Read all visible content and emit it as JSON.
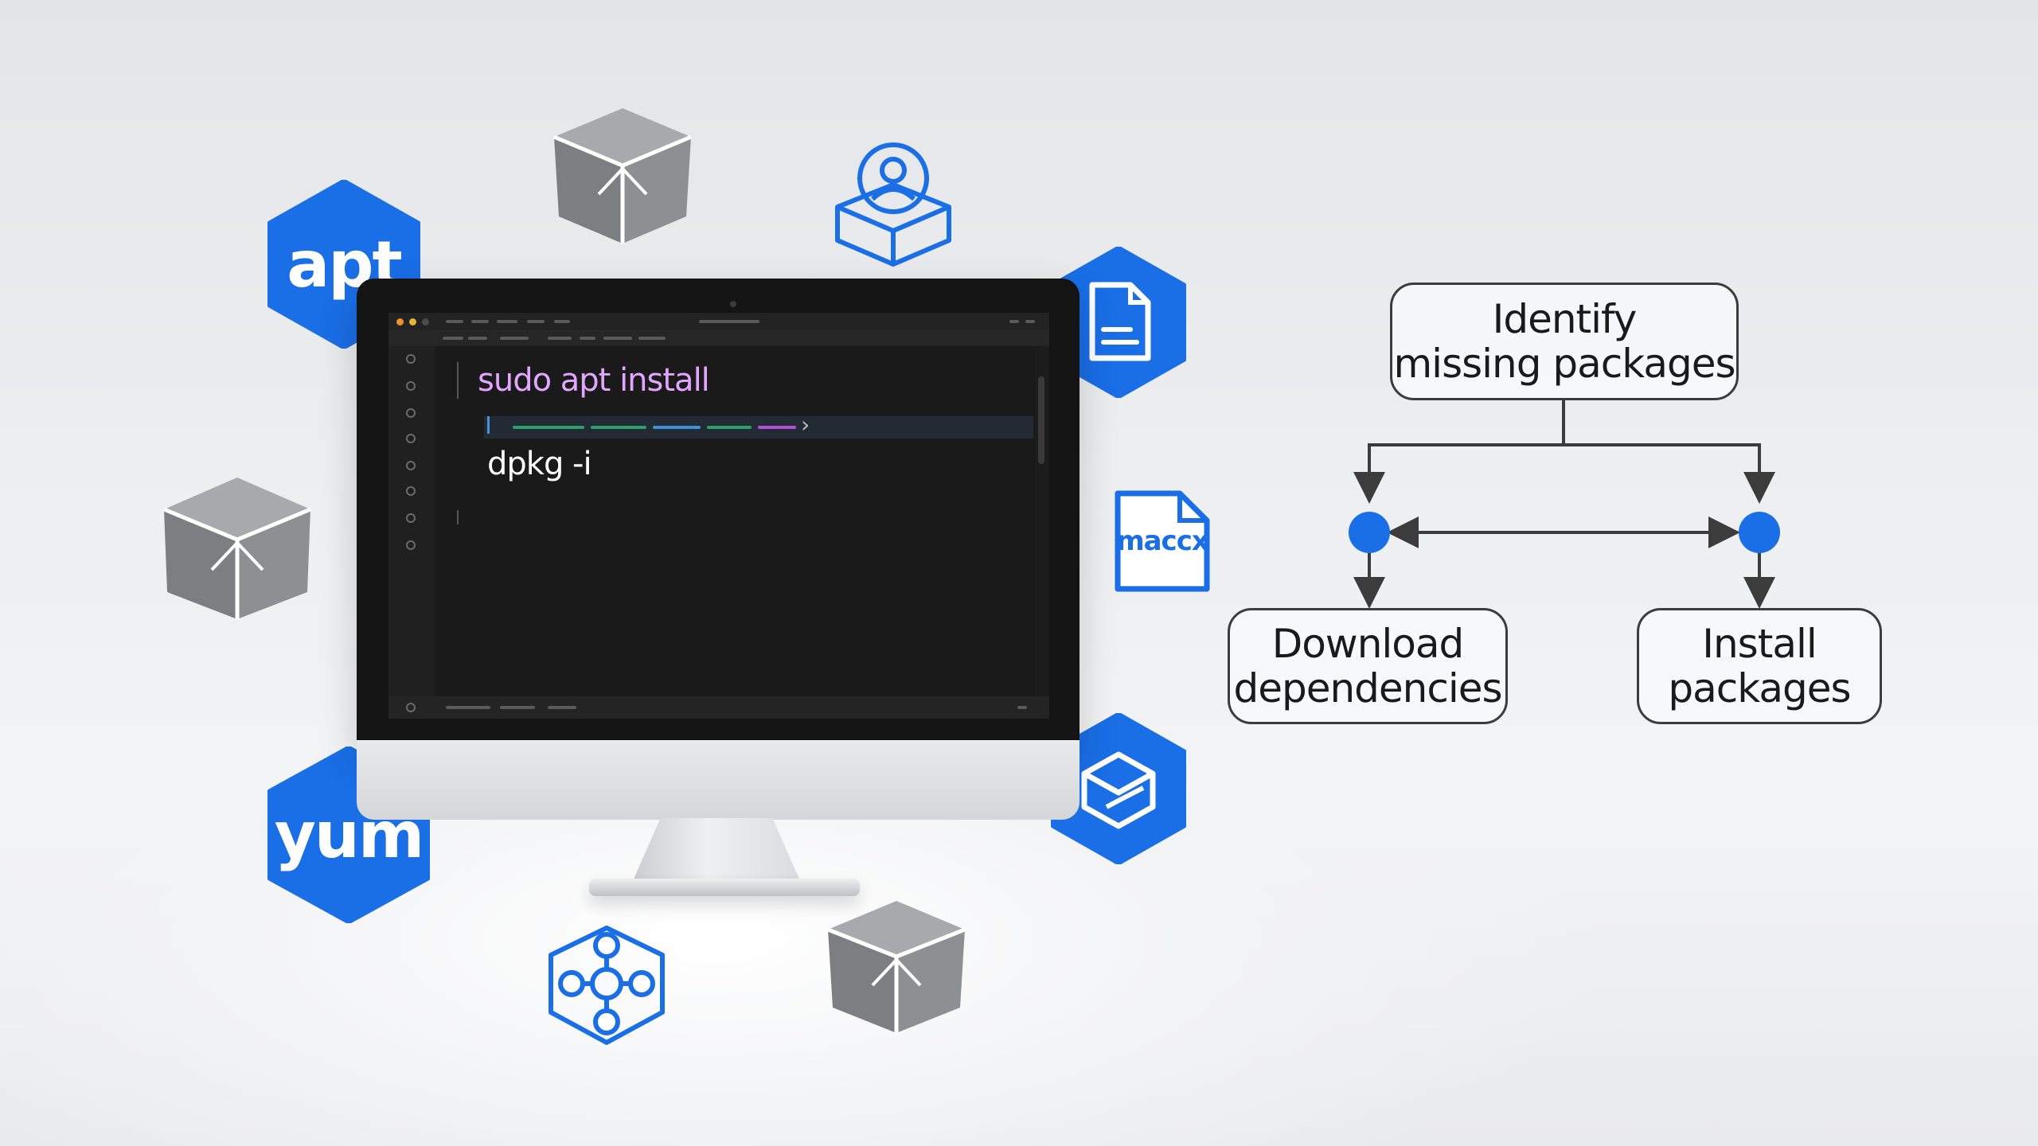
{
  "colors": {
    "accent_blue": "#1a6ee6",
    "icon_gray": "#8a8b8f",
    "terminal_bg": "#1a1a1a",
    "command_pink": "#e2a6ff",
    "command_white": "#ffffff"
  },
  "badges": [
    {
      "id": "apt",
      "label": "apt",
      "shape": "hexagon"
    },
    {
      "id": "yum",
      "label": "yum",
      "shape": "hexagon"
    }
  ],
  "icons": [
    "package-box-icon",
    "user-package-icon",
    "document-hex-icon",
    "macx-file-icon",
    "stack-hex-icon",
    "nodes-package-icon"
  ],
  "file_icon_label": "macсx",
  "terminal": {
    "command_1": "sudo apt install",
    "command_2": "dpkg -i"
  },
  "flowchart": {
    "top_step": "Identify\nmissing packages",
    "left_step": "Download\ndependencies",
    "right_step": "Install\npackages"
  }
}
